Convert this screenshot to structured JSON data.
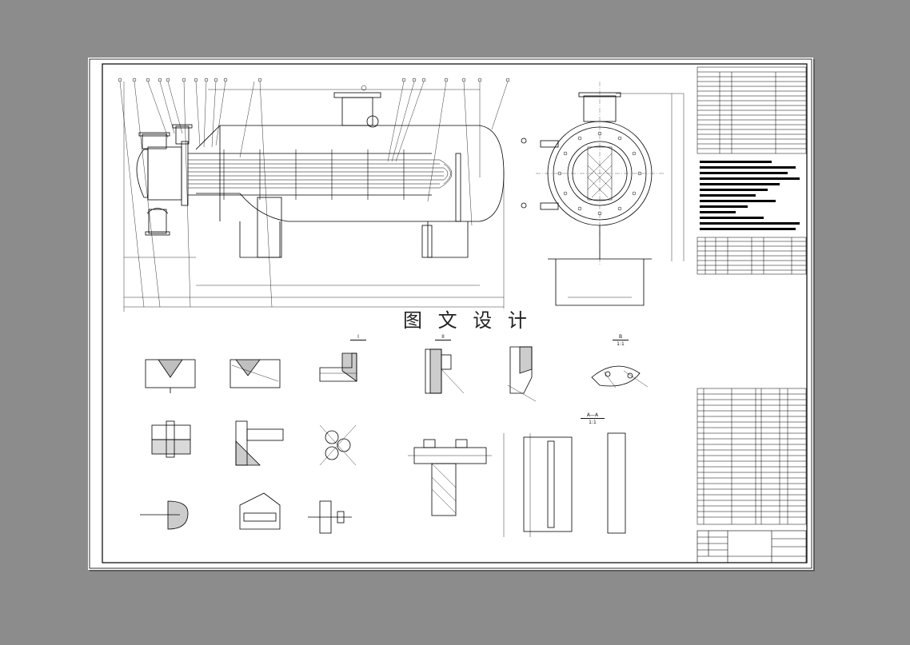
{
  "watermark": "图 文 设 计",
  "section_labels": {
    "detail_I": "I",
    "detail_II": "II",
    "detail_B": "B",
    "detail_B_scale": "1:1",
    "section_AA": "A—A",
    "section_AA_scale": "1:1"
  },
  "colors": {
    "background": "#8c8c8c",
    "sheet": "#ffffff",
    "line": "#000000"
  }
}
